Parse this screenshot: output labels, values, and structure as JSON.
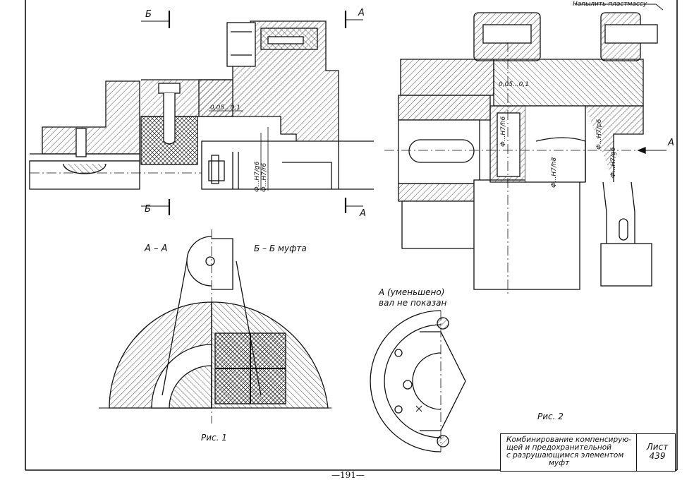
{
  "labels": {
    "section_b_top": "Б",
    "section_a_top": "А",
    "section_b_bottom": "Б",
    "section_a_bottom": "А",
    "fit_h7g6": "Ф...H7/g6",
    "fit_h7r6": "Ф...H7/r6",
    "gap_1": "0,05...0,1",
    "gap_2": "0,05...0,1",
    "fit_h7h6": "Ф...H7/h6",
    "fit_h7h8": "Ф...H7/h8",
    "fit_h7p6": "Ф...H7/p6",
    "fit_h7g6_b": "Ф...H7/g6",
    "view_a_arrow": "А",
    "note_plastic": "Напылить пластмассу",
    "view_aa": "А – А",
    "view_bb": "Б – Б  муфта",
    "view_a_reduced_1": "А (уменьшено)",
    "view_a_reduced_2": "вал не показан",
    "fig1": "Рис. 1",
    "fig2": "Рис. 2"
  },
  "title_block": {
    "title_lines": [
      "Комбинирование компенсирую-",
      "щей и предохранительной",
      "с разрушающимся элементом",
      "муфт"
    ],
    "sheet_label": "Лист",
    "sheet_number": "439"
  },
  "page_number": "—191—"
}
